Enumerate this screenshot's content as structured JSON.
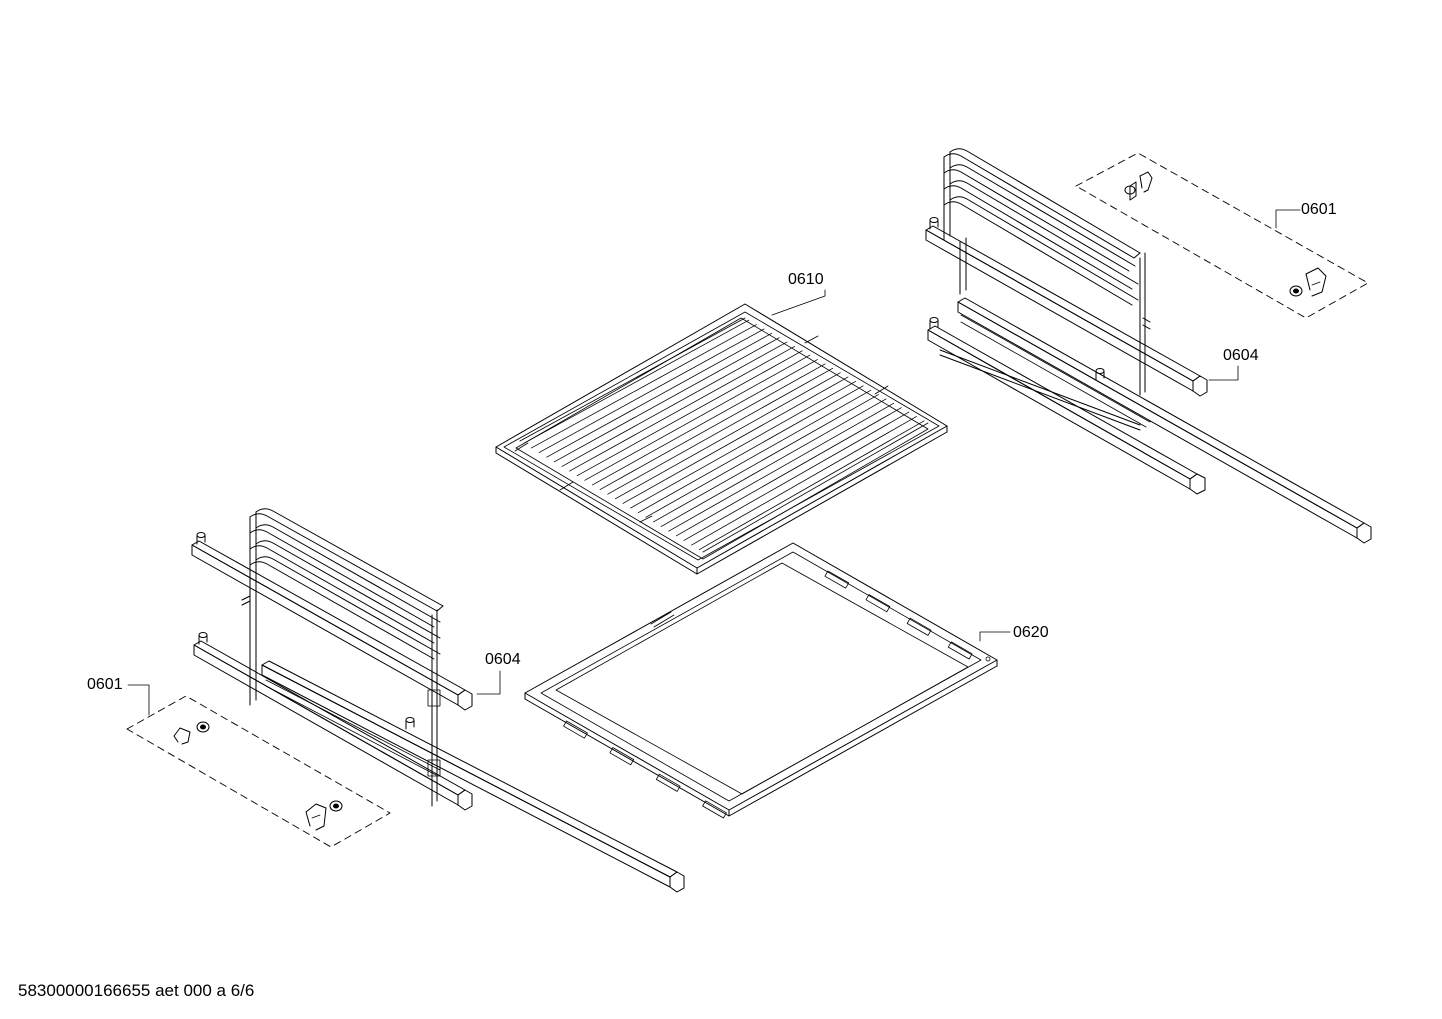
{
  "callouts": [
    {
      "id": "shelf-rack-callout",
      "label": "0610"
    },
    {
      "id": "baking-tray-callout",
      "label": "0620"
    },
    {
      "id": "right-rail-callout",
      "label": "0604"
    },
    {
      "id": "right-clip-set-callout",
      "label": "0601"
    },
    {
      "id": "left-rail-callout",
      "label": "0604"
    },
    {
      "id": "left-clip-set-callout",
      "label": "0601"
    }
  ],
  "footer": {
    "text": "58300000166655 aet 000 a 6/6"
  }
}
